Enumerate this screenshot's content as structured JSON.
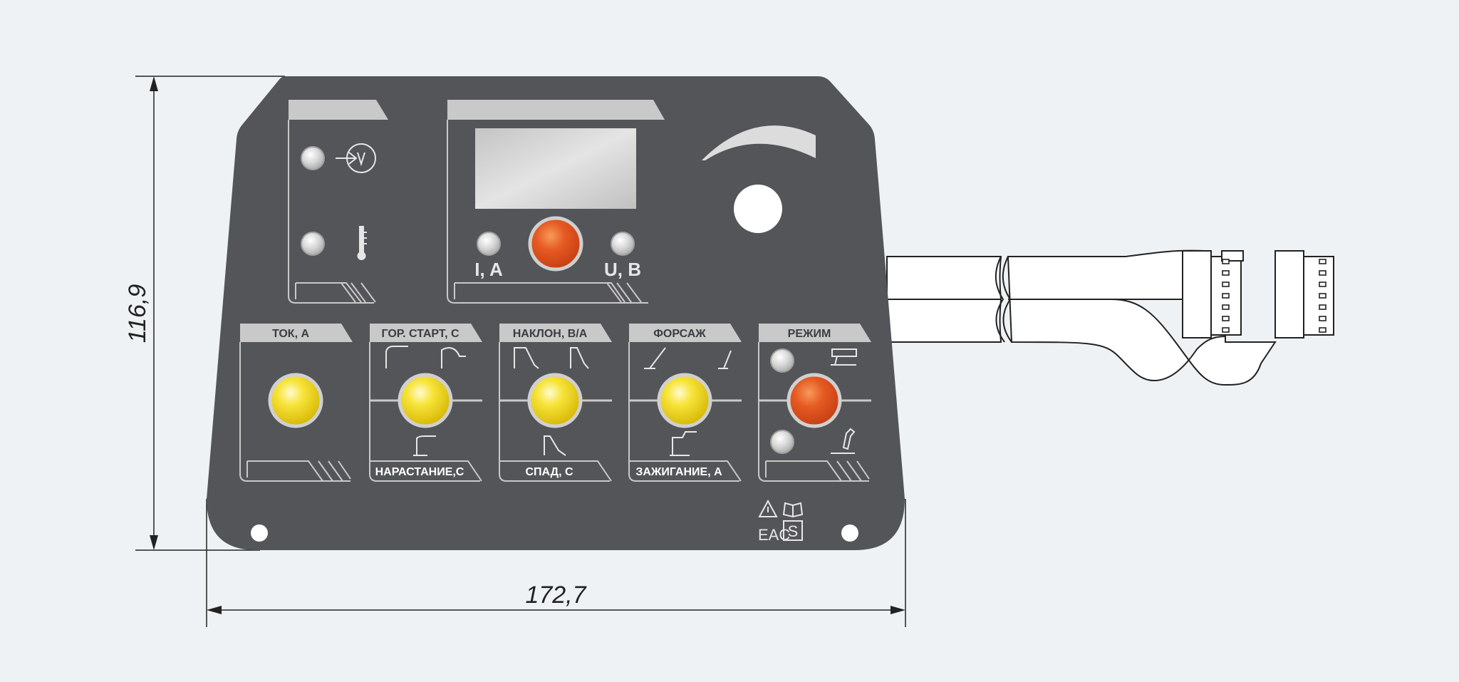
{
  "dimensions": {
    "height_label": "116,9",
    "width_label": "172,7"
  },
  "indicators": {
    "display_left_label": "I, A",
    "display_right_label": "U, B"
  },
  "modules": [
    {
      "tab": "ТОК, А",
      "bottom": "",
      "knob": "yellow"
    },
    {
      "tab": "ГОР. СТАРТ, С",
      "bottom": "НАРАСТАНИЕ,С",
      "knob": "yellow"
    },
    {
      "tab": "НАКЛОН, В/А",
      "bottom": "СПАД, С",
      "knob": "yellow"
    },
    {
      "tab": "ФОРСАЖ",
      "bottom": "ЗАЖИГАНИЕ, А",
      "knob": "yellow"
    },
    {
      "tab": "РЕЖИМ",
      "bottom": "",
      "knob": "orange"
    }
  ],
  "marks": {
    "eac": "EAC",
    "s_mark": "S"
  },
  "colors": {
    "background": "#eef2f5",
    "panel": "#545559",
    "tab": "#c9c9c9",
    "knob_yellow": "#f2dc1c",
    "knob_orange": "#e2521f",
    "led": "#d2d2d2"
  },
  "icons": [
    "vrd-icon",
    "thermometer-icon",
    "hot-start-icon",
    "upslope-icon",
    "slope-icon",
    "downslope-icon",
    "arc-force-icon",
    "ignition-icon",
    "mode-tig-icon",
    "mode-mma-icon",
    "warning-icon",
    "manual-icon"
  ]
}
